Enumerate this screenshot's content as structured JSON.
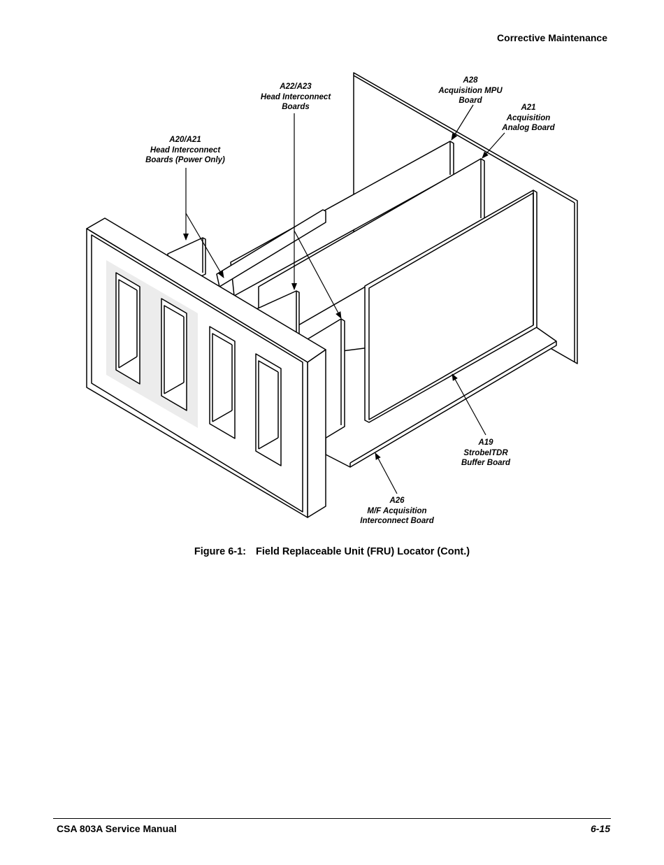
{
  "header": {
    "section_title": "Corrective Maintenance"
  },
  "figure": {
    "callouts": {
      "a28": [
        "A28",
        "Acquisition MPU",
        "Board"
      ],
      "a22_a23": [
        "A22/A23",
        "Head Interconnect",
        "Boards"
      ],
      "a21": [
        "A21",
        "Acquisition",
        "Analog Board"
      ],
      "a20_a21": [
        "A20/A21",
        "Head Interconnect",
        "Boards (Power Only)"
      ],
      "a19": [
        "A19",
        "StrobeITDR",
        "Buffer Board"
      ],
      "a26": [
        "A26",
        "M/F Acquisition",
        "Interconnect Board"
      ]
    },
    "caption_number": "Figure 6-1:",
    "caption_text": "Field Replaceable Unit (FRU) Locator (Cont.)"
  },
  "footer": {
    "manual_title": "CSA 803A Service Manual",
    "page_number": "6-15"
  }
}
